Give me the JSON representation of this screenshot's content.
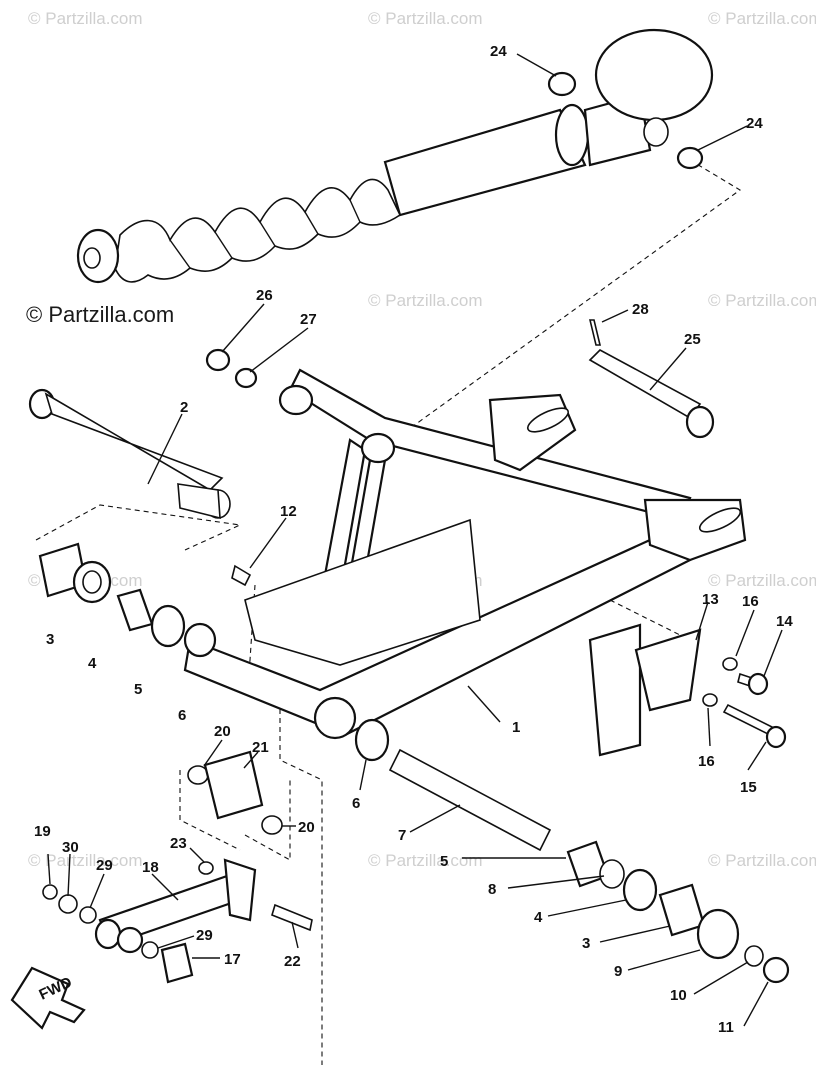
{
  "watermark": {
    "text": "© Partzilla.com"
  },
  "fwd_label": "FWD",
  "callouts": [
    {
      "label": "24"
    },
    {
      "label": "24"
    },
    {
      "label": "26"
    },
    {
      "label": "27"
    },
    {
      "label": "28"
    },
    {
      "label": "25"
    },
    {
      "label": "2"
    },
    {
      "label": "12"
    },
    {
      "label": "3"
    },
    {
      "label": "4"
    },
    {
      "label": "5"
    },
    {
      "label": "6"
    },
    {
      "label": "1"
    },
    {
      "label": "13"
    },
    {
      "label": "16"
    },
    {
      "label": "14"
    },
    {
      "label": "16"
    },
    {
      "label": "15"
    },
    {
      "label": "20"
    },
    {
      "label": "21"
    },
    {
      "label": "20"
    },
    {
      "label": "6"
    },
    {
      "label": "7"
    },
    {
      "label": "19"
    },
    {
      "label": "30"
    },
    {
      "label": "29"
    },
    {
      "label": "18"
    },
    {
      "label": "23"
    },
    {
      "label": "29"
    },
    {
      "label": "17"
    },
    {
      "label": "22"
    },
    {
      "label": "5"
    },
    {
      "label": "8"
    },
    {
      "label": "4"
    },
    {
      "label": "3"
    },
    {
      "label": "9"
    },
    {
      "label": "10"
    },
    {
      "label": "11"
    }
  ]
}
